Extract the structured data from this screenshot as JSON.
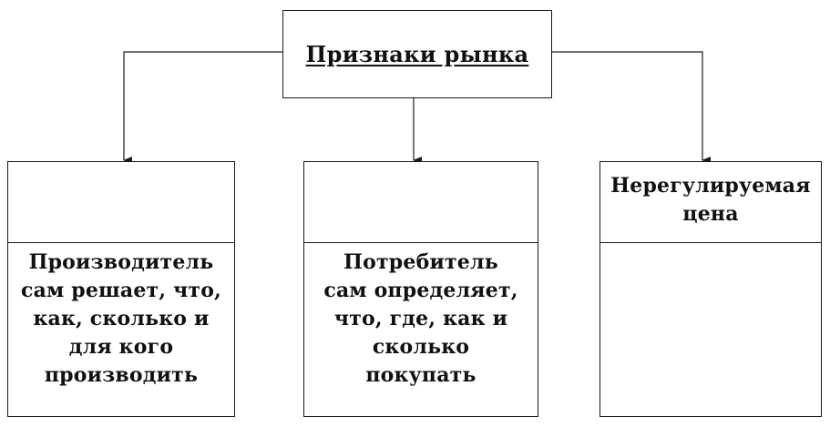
{
  "diagram": {
    "title": "Признаки рынка",
    "branches": [
      {
        "id": "left",
        "upper_text": "",
        "lower_text": "Производитель\nсам решает, что,\nкак, сколько и\nдля кого\nпроизводить"
      },
      {
        "id": "middle",
        "upper_text": "",
        "lower_text": "Потребитель\nсам определяет,\nчто, где, как и\nсколько\nпокупать"
      },
      {
        "id": "right",
        "upper_text": "Нерегулируемая\nцена",
        "lower_text": ""
      }
    ]
  },
  "colors": {
    "line": "#1a1a1a",
    "text": "#111111",
    "background": "#ffffff"
  }
}
